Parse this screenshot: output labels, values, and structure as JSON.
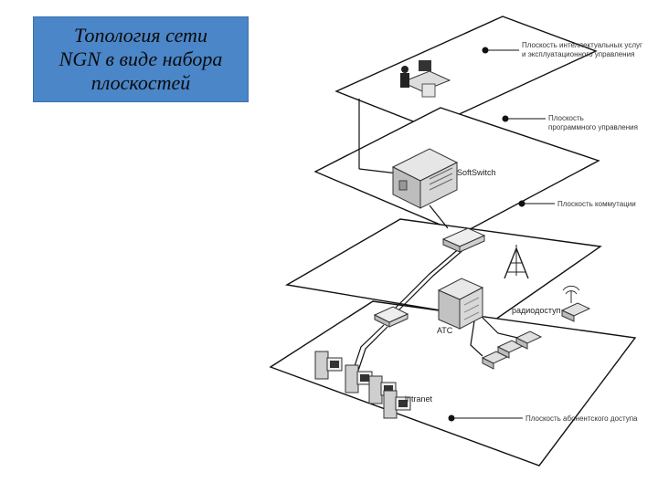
{
  "title": "Топология сети\nNGN в виде набора\nплоскостей",
  "planes": {
    "services": "Плоскость интеллектуальных услуг и эксплуатационного управления",
    "services_line1": "Плоскость интеллектуальных услуг",
    "services_line2": "и эксплуатационного управления",
    "control_line1": "Плоскость",
    "control_line2": "программного управления",
    "switching": "Плоскость коммутации",
    "access": "Плоскость абонентского доступа"
  },
  "devices": {
    "softswitch": "SoftSwitch",
    "atc": "АТС",
    "radio": "радиодоступ",
    "intranet": "intranet"
  },
  "colors": {
    "title_bg": "#4a86c8",
    "plane_stroke": "#111111",
    "device": "#cfcfcf"
  }
}
